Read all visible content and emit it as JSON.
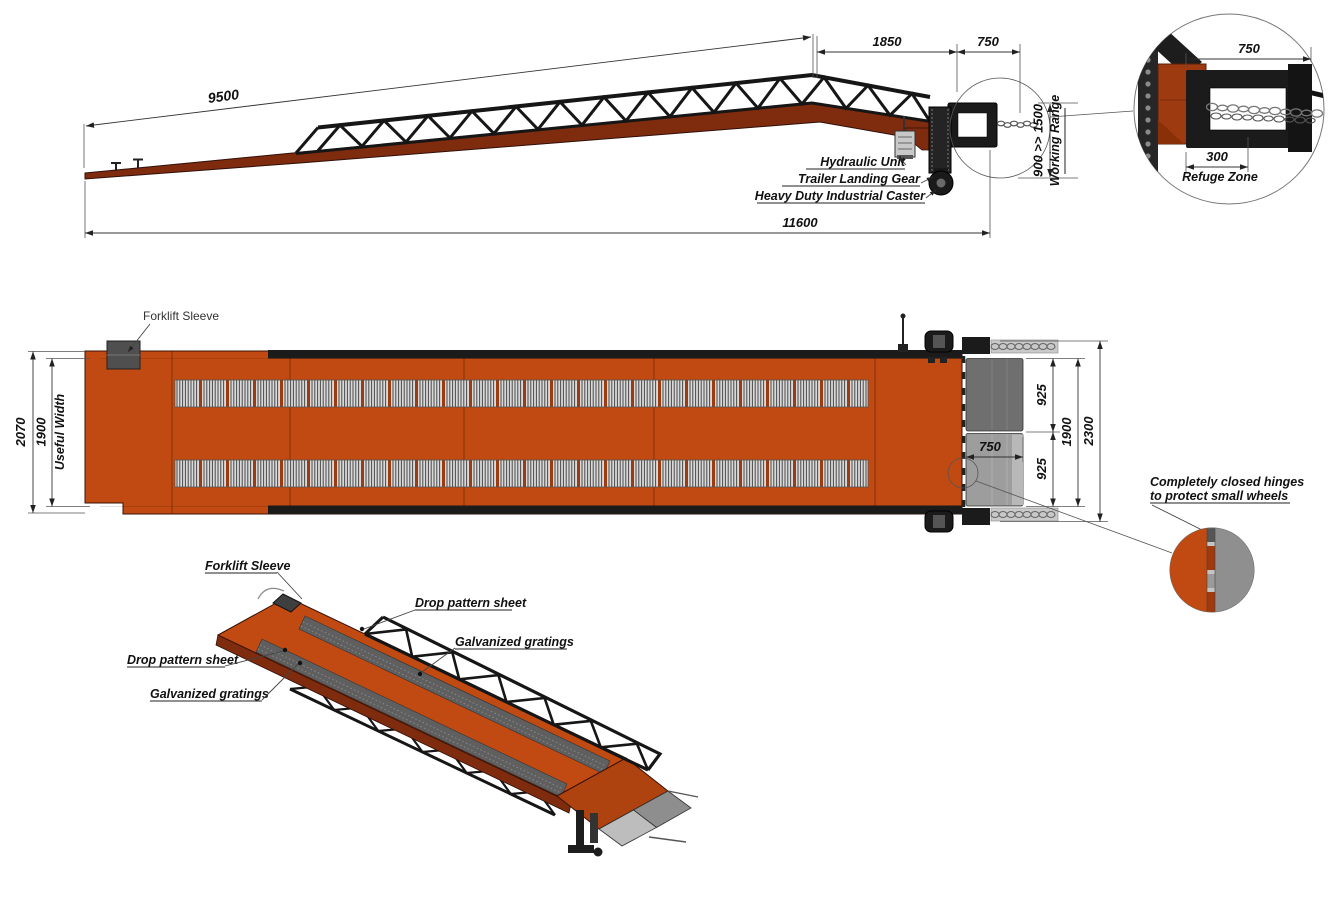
{
  "side_view": {
    "dim_incline_length": "9500",
    "dim_top_platform": "1850",
    "dim_lip": "750",
    "dim_overall_length": "11600",
    "dim_working_range": "900 >> 1500",
    "working_range_label": "Working Range",
    "label_hydraulic_unit": "Hydraulic Unit",
    "label_landing_gear": "Trailer Landing Gear",
    "label_caster": "Heavy Duty Industrial Caster"
  },
  "lip_detail": {
    "dim_lip": "750",
    "dim_refuge": "300",
    "label_refuge": "Refuge Zone"
  },
  "plan_view": {
    "dim_overall_width": "2070",
    "dim_useful_width": "1900",
    "useful_width_label": "Useful Width",
    "label_forklift_sleeve": "Forklift Sleeve",
    "dim_flap_top": "925",
    "dim_flap_bottom": "925",
    "dim_flaps_overall": "1900",
    "dim_rear_overall": "2300",
    "dim_flap_length": "750",
    "note_hinges_line1": "Completely closed hinges",
    "note_hinges_line2": "to protect small wheels"
  },
  "iso_view": {
    "label_forklift_sleeve": "Forklift Sleeve",
    "label_drop_sheet_upper": "Drop pattern sheet",
    "label_gratings_upper": "Galvanized gratings",
    "label_drop_sheet_lower": "Drop pattern sheet",
    "label_gratings_lower": "Galvanized gratings"
  },
  "colors": {
    "deck_orange": "#C04A12",
    "deck_dark": "#7E2B0E",
    "steel_black": "#1B1B1B",
    "flap_dark": "#6F6F6F",
    "flap_light": "#9D9D9D",
    "grating_gray": "#D9D9D9"
  }
}
